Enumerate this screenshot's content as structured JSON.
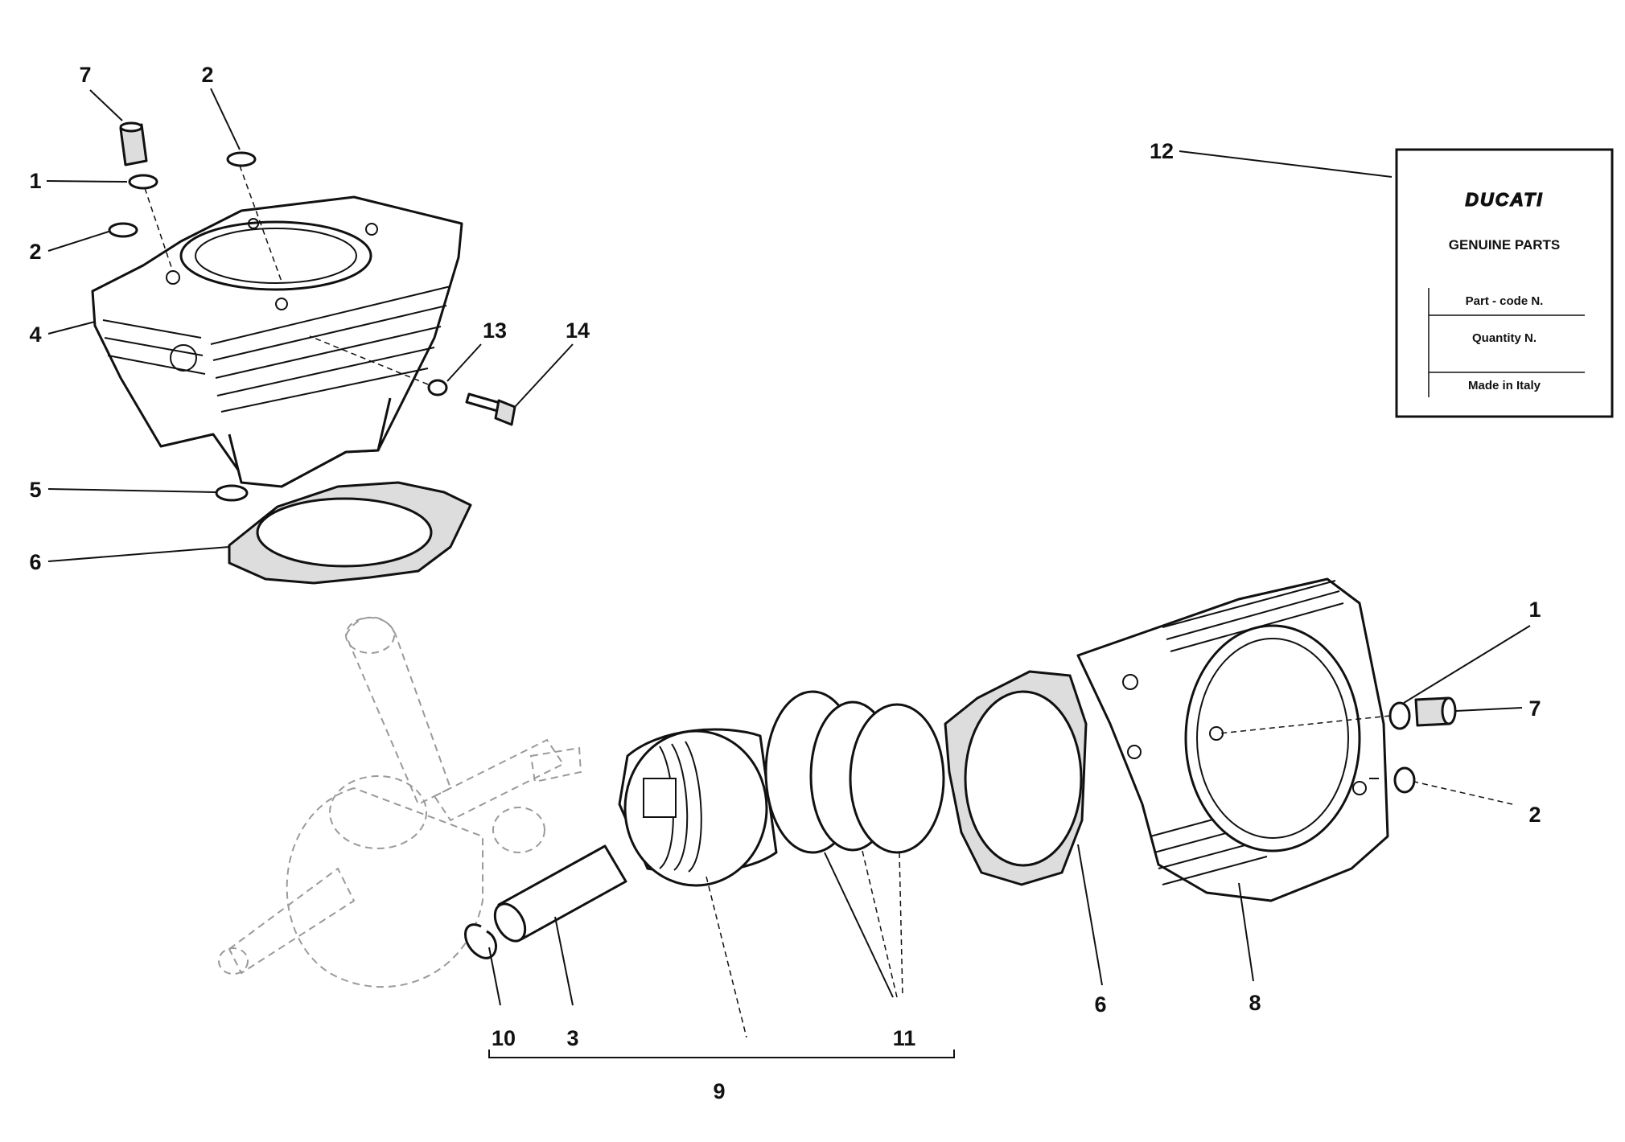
{
  "callouts": [
    {
      "id": "c7a",
      "text": "7"
    },
    {
      "id": "c2a",
      "text": "2"
    },
    {
      "id": "c1a",
      "text": "1"
    },
    {
      "id": "c2b",
      "text": "2"
    },
    {
      "id": "c4",
      "text": "4"
    },
    {
      "id": "c13",
      "text": "13"
    },
    {
      "id": "c14",
      "text": "14"
    },
    {
      "id": "c5",
      "text": "5"
    },
    {
      "id": "c6a",
      "text": "6"
    },
    {
      "id": "c12",
      "text": "12"
    },
    {
      "id": "c1b",
      "text": "1"
    },
    {
      "id": "c7b",
      "text": "7"
    },
    {
      "id": "c2c",
      "text": "2"
    },
    {
      "id": "c6b",
      "text": "6"
    },
    {
      "id": "c8",
      "text": "8"
    },
    {
      "id": "c10",
      "text": "10"
    },
    {
      "id": "c3",
      "text": "3"
    },
    {
      "id": "c11",
      "text": "11"
    },
    {
      "id": "c9",
      "text": "9"
    }
  ],
  "parts_card": {
    "brand": "DUCATI",
    "title": "GENUINE PARTS",
    "row1": "Part - code N.",
    "row2": "Quantity N.",
    "row3": "Made in Italy"
  }
}
